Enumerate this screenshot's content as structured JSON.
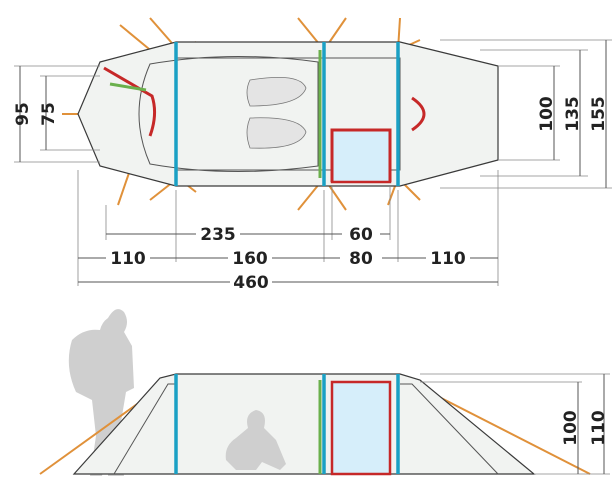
{
  "top_view": {
    "dims_left": [
      "95",
      "75"
    ],
    "dims_right": [
      "100",
      "135",
      "155"
    ],
    "dim_235": "235",
    "dim_60": "60",
    "dims_row": [
      "110",
      "160",
      "80",
      "110"
    ],
    "dim_total": "460"
  },
  "side_view": {
    "dims_right": [
      "100",
      "110"
    ]
  },
  "colors": {
    "pole_blue": "#1aa0c4",
    "pole_red": "#c62828",
    "pole_green": "#6ab04c",
    "guy_line": "#e0913a",
    "door_fill": "#d6eefa"
  }
}
